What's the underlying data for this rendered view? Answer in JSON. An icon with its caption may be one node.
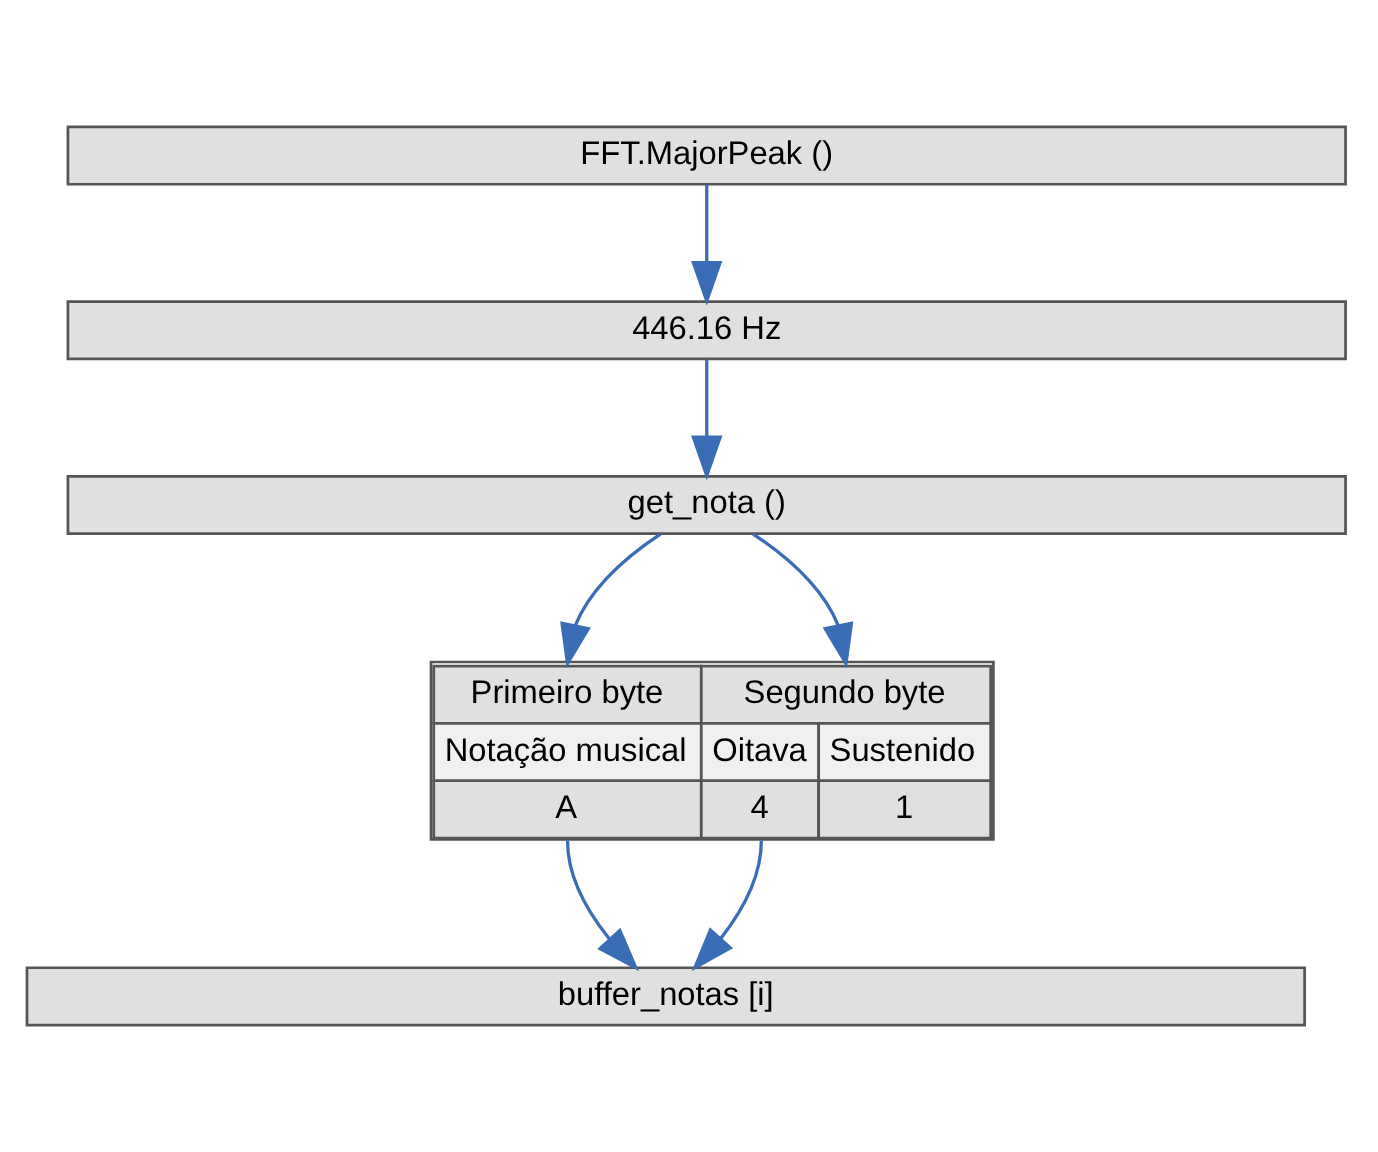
{
  "diagram": {
    "nodes": [
      {
        "text": [
          "FFT.MajorPeak ()"
        ]
      },
      {
        "text": [
          "446.16 Hz"
        ]
      },
      {
        "text": [
          "get_nota ()"
        ]
      },
      {
        "text": [
          "Primeiro byte",
          "Segundo byte",
          "Notação musical",
          "Oitava",
          "Sustenido",
          "A",
          "4",
          "1"
        ]
      },
      {
        "text": [
          "buffer_notas [i]"
        ]
      }
    ],
    "edges": [
      {
        "from": 0,
        "to": 1,
        "arrow": "to"
      },
      {
        "from": 1,
        "to": 2,
        "arrow": "to"
      },
      {
        "from": 2,
        "to": 3,
        "arrow": "to"
      },
      {
        "from": 2,
        "to": 3,
        "arrow": "to"
      },
      {
        "from": 3,
        "to": 4,
        "arrow": "to"
      },
      {
        "from": 3,
        "to": 4,
        "arrow": "to"
      }
    ]
  }
}
